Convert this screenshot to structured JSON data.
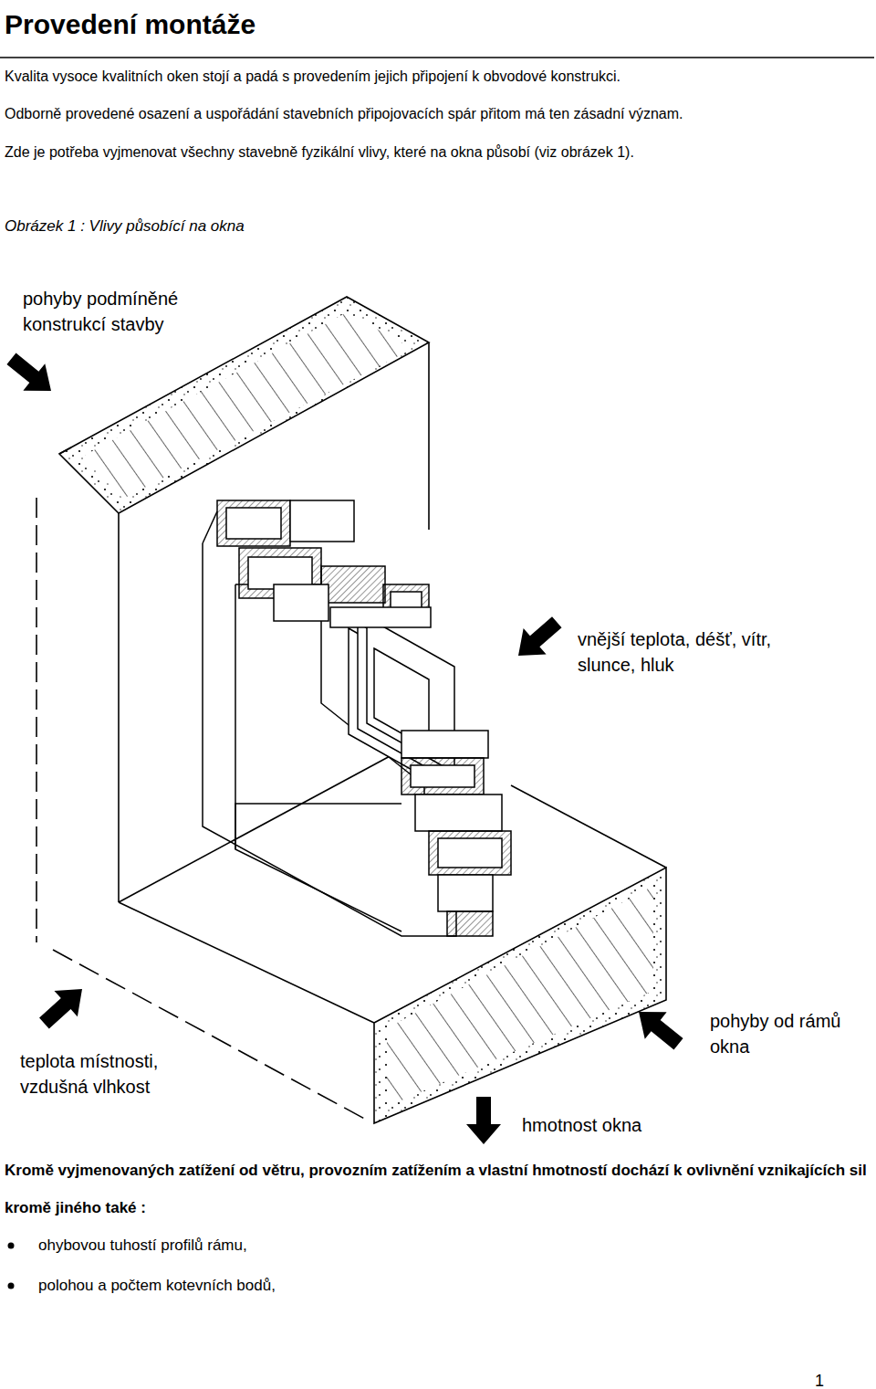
{
  "diagram": {
    "title": "Provedení montáže",
    "caption": "Obrázek 1 : Vlivy působící na okna",
    "labels": [
      "Kvalita vysoce kvalitních oken stojí a padá s provedením jejich připojení k obvodové konstrukci.",
      "Odborně provedené osazení a uspořádání stavebních připojovacích spár přitom má ten zásadní význam.",
      "Zde je potřeba vyjmenovat všechny stavebně fyzikální vlivy, které na okna působí (viz obrázek 1).",
      "pohyby podmíněné konstrukcí stavby",
      "vnější teplota, déšť, vítr, slunce, hluk",
      "teplota místnosti, vzdušná vlhkost",
      "pohyby od rámů okna",
      "hmotnost okna",
      "Kromě vyjmenovaných zatížení od větru, provozním zatížením a vlastní hmotností dochází k ovlivnění vznikajících sil kromě jiného také :",
      "ohybovou tuhostí profilů rámu,",
      "polohou a počtem kotevních bodů,",
      "1"
    ]
  }
}
